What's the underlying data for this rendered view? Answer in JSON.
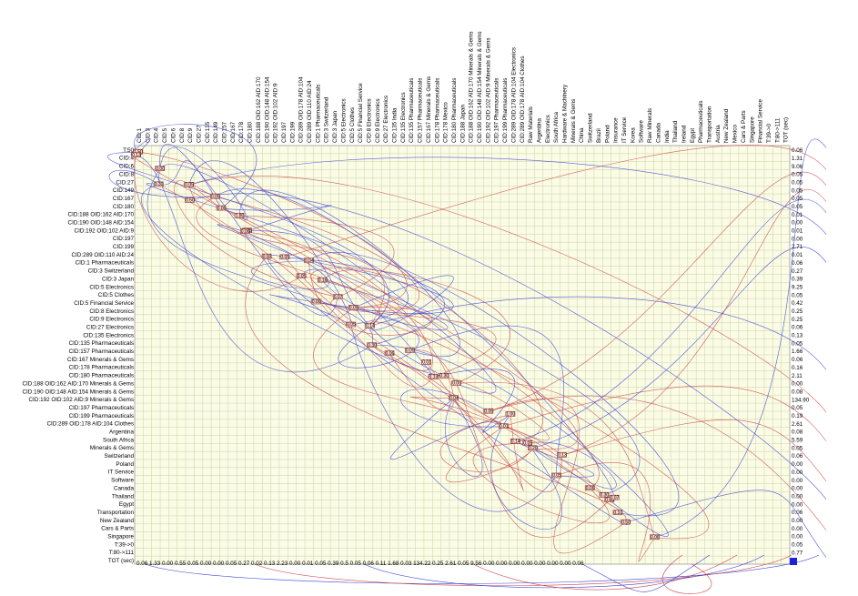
{
  "rows": [
    "T:50",
    "CID:4",
    "CID:6",
    "CID:8",
    "CID:27",
    "CID:149",
    "CID:167",
    "CID:180",
    "CID:188 OID:162 AID:170",
    "CID:190 OID:148 AID:154",
    "CID:192 OID:102 AID:9",
    "CID:197",
    "CID:199",
    "CID:289 OID:110 AID:24",
    "CID:1 Pharmaceuticals",
    "CID:3 Switzerland",
    "CID:3 Japan",
    "CID:5 Electronics",
    "CID:5 Clothes",
    "CID:5 Financial Service",
    "CID:8 Electronics",
    "CID:9 Electronics",
    "CID:27 Electronics",
    "CID:135 Electronics",
    "CID:135 Pharmaceuticals",
    "CID:157 Pharmaceuticals",
    "CID:167 Minerals & Gems",
    "CID:178 Pharmaceuticals",
    "CID:180 Pharmaceuticals",
    "CID:188 OID:162 AID:170 Minerals & Gems",
    "CID:190 OID:148 AID:154 Minerals & Gems",
    "CID:192 OID:102 AID:9 Minerals & Gems",
    "CID:197 Pharmaceuticals",
    "CID:199 Pharmaceuticals",
    "CID:289 OID:178 AID:104 Clothes",
    "Argentina",
    "South Africa",
    "Minerals & Gems",
    "Switzerland",
    "Poland",
    "IT Service",
    "Software",
    "Canada",
    "Thailand",
    "Egypt",
    "Transportation",
    "New Zealand",
    "Cars & Parts",
    "Singapore",
    "T:39->0",
    "T:80->111",
    "TOT (sec)"
  ],
  "columns": [
    "CID:1",
    "CID:3",
    "CID:4",
    "CID:5",
    "CID:6",
    "CID:8",
    "CID:9",
    "CID:27",
    "CID:135",
    "CID:149",
    "CID:157",
    "CID:167",
    "CID:178",
    "CID:180",
    "CID:188 OID:162 AID:170",
    "CID:190 OID:148 AID:154",
    "CID:192 OID:102 AID:9",
    "CID:197",
    "CID:199",
    "CID:289 OID:178 AID:104",
    "CID:289 OID:110 AID:24",
    "CID:1 Pharmaceuticals",
    "CID:3 Switzerland",
    "CID:3 Japan",
    "CID:5 Electronics",
    "CID:5 Clothes",
    "CID:5 Financial Service",
    "CID:8 Electronics",
    "CID:9 Electronics",
    "CID:27 Electronics",
    "CID:135 India",
    "CID:135 Electronics",
    "CID:135 Pharmaceuticals",
    "CID:157 Pharmaceuticals",
    "CID:167 Minerals & Gems",
    "CID:178 Pharmaceuticals",
    "CID:178 Mexico",
    "CID:180 Pharmaceuticals",
    "CID:188 Japan",
    "CID:188 OID:162 AID:170 Minerals & Gems",
    "CID:190 OID:148 AID:154 Minerals & Gems",
    "CID:192 OID:102 AID:9 Minerals & Gems",
    "CID:197 Pharmaceuticals",
    "CID:199 Pharmaceuticals",
    "CID:289 OID:178 AID:104 Electronics",
    "CID:289 OID:178 AID:104 Clothes",
    "Raw Materials",
    "Argentina",
    "Electronics",
    "South Africa",
    "Hardware & Machinery",
    "Minerals & Gems",
    "China",
    "Switzerland",
    "Brazil",
    "Poland",
    "Insurance",
    "IT Service",
    "Korea",
    "Software",
    "Raw Minerals",
    "Canada",
    "India",
    "Thailand",
    "Ireland",
    "Egypt",
    "Pharmaceuticals",
    "Transportation",
    "Austria",
    "New Zealand",
    "Mexico",
    "Cars & Parts",
    "Singapore",
    "Financial Service",
    "T:39->0",
    "T:80->111",
    "TOT (sec)"
  ],
  "row_tot": [
    "0.06",
    "1.31",
    "9.06",
    "0.05",
    "0.05",
    "0.05",
    "0.05",
    "0.05",
    "0.01",
    "0.00",
    "0.01",
    "0.00",
    "2.71",
    "0.01",
    "0.06",
    "0.27",
    "0.39",
    "9.25",
    "0.05",
    "0.42",
    "0.25",
    "0.25",
    "0.06",
    "0.13",
    "0.05",
    "1.66",
    "0.06",
    "0.16",
    "2.11",
    "0.00",
    "0.08",
    "134.90",
    "0.05",
    "0.19",
    "2.61",
    "0.08",
    "5.59",
    "0.05",
    "0.06",
    "0.00",
    "0.00",
    "0.00",
    "0.00",
    "0.00",
    "0.00",
    "0.06",
    "0.00",
    "0.00",
    "0.00",
    "0.05",
    "0.77"
  ],
  "col_tot": "0.06 1.33 0.00 0.55 0.05 0.00 0.00 0.05 0.27 0.02 0.13 2.23 0.00 0.01 0.05 0.39 0.5 0.05 0.06 0.11 1.68 0.03 134.22 0.25 2.61 0.05 9.56 0.00 0.00 0.00 0.00 0.00 0.00 0.00 0.06",
  "diagonal_labels": [
    "1.50",
    "0.13",
    "0.00",
    "0.30",
    "0.05",
    "0.50",
    "0.05",
    "0.06",
    "1.80",
    "0.05",
    "0.06",
    "0.05",
    "0.00",
    "0.04",
    "0.05",
    "0.16",
    "0.00",
    "0.07",
    "0.05",
    "0.05",
    "0.14",
    "0.30",
    "0.06",
    "0.05",
    "0.01",
    "0.30",
    "0.13",
    "0.00",
    "0.04",
    "0.05",
    "1.00",
    "0.01",
    "0.14",
    "0.05",
    "0.20",
    "0.13",
    "0.05",
    "0.06",
    "0.30",
    "0.05",
    "0.07",
    "0.10",
    "0.50",
    "0.06"
  ],
  "colors": {
    "grid": "#c6d7a2",
    "grid_bg": "#fbfbe6",
    "node_fill": "#f8d9cf",
    "node_stroke": "#9b2222",
    "link_blue": "#3a42d6",
    "link_red": "#cc4444",
    "marker": "#1a22e0"
  }
}
